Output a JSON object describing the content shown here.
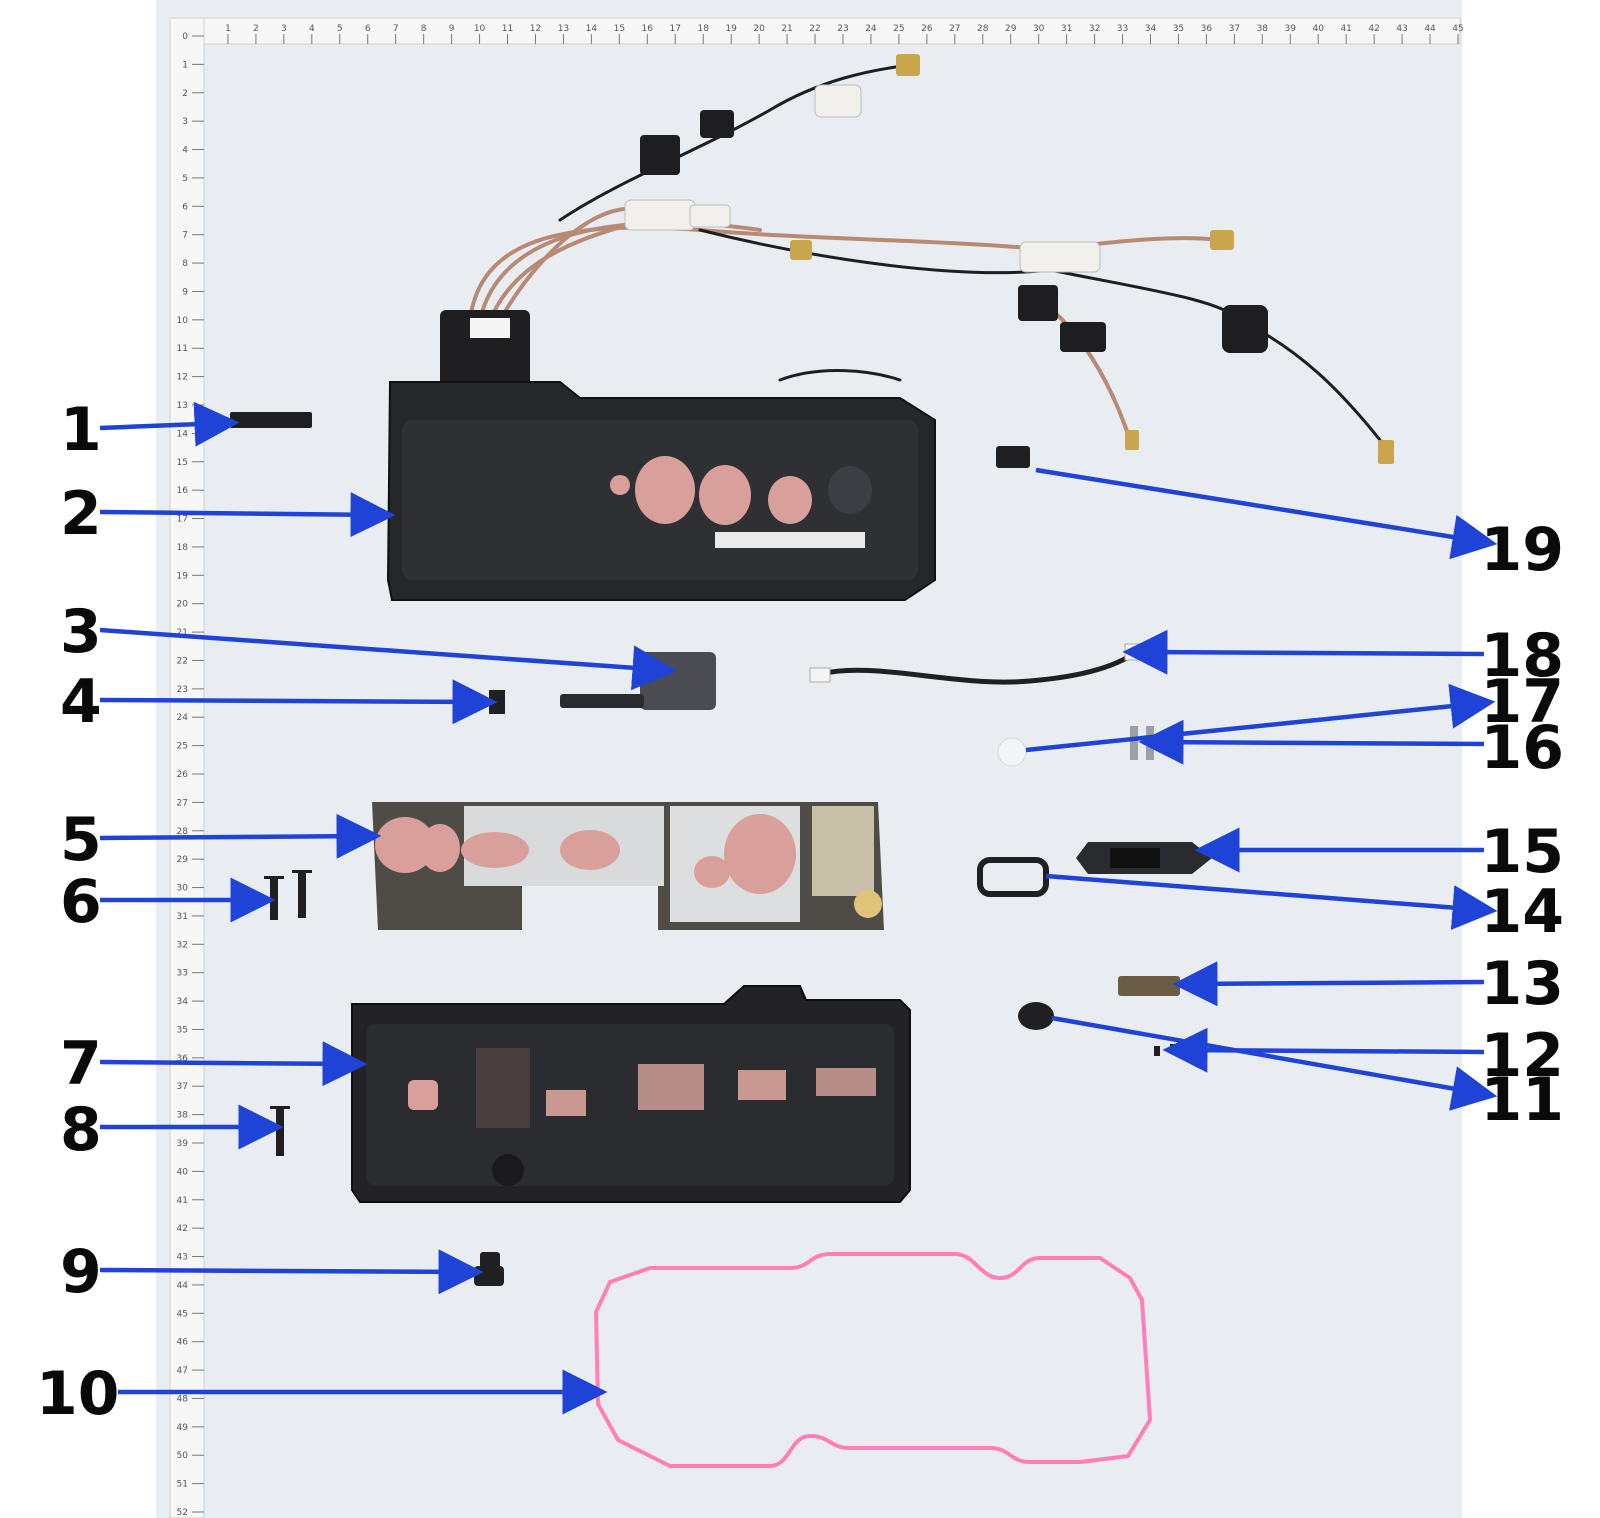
{
  "colors": {
    "arrow": "#1f43d6",
    "background": "#e9edf2",
    "part_dark": "#1e1e20",
    "thermal_pad": "#d9a09b",
    "gasket": "#ff7fb6"
  },
  "ruler": {
    "top_ticks": [
      "0",
      "1",
      "2",
      "3",
      "4",
      "5",
      "6",
      "7",
      "8",
      "9",
      "10",
      "11",
      "12",
      "13",
      "14",
      "15",
      "16",
      "17",
      "18",
      "19",
      "20",
      "21",
      "22",
      "23",
      "24",
      "25",
      "26",
      "27",
      "28",
      "29",
      "30",
      "31",
      "32",
      "33",
      "34",
      "35",
      "36",
      "37",
      "38",
      "39",
      "40",
      "41",
      "42",
      "43",
      "44",
      "45"
    ],
    "left_ticks": [
      "0",
      "1",
      "2",
      "3",
      "4",
      "5",
      "6",
      "7",
      "8",
      "9",
      "10",
      "11",
      "12",
      "13",
      "14",
      "15",
      "16",
      "17",
      "18",
      "19",
      "20",
      "21",
      "22",
      "23",
      "24",
      "25",
      "26",
      "27",
      "28",
      "29",
      "30",
      "31",
      "32",
      "33",
      "34",
      "35",
      "36",
      "37",
      "38",
      "39",
      "40",
      "41",
      "42",
      "43",
      "44",
      "45",
      "46",
      "47",
      "48",
      "49",
      "50",
      "51",
      "52"
    ]
  },
  "callouts": [
    {
      "id": "1",
      "label": "1"
    },
    {
      "id": "2",
      "label": "2"
    },
    {
      "id": "3",
      "label": "3"
    },
    {
      "id": "4",
      "label": "4"
    },
    {
      "id": "5",
      "label": "5"
    },
    {
      "id": "6",
      "label": "6"
    },
    {
      "id": "7",
      "label": "7"
    },
    {
      "id": "8",
      "label": "8"
    },
    {
      "id": "9",
      "label": "9"
    },
    {
      "id": "10",
      "label": "10"
    },
    {
      "id": "11",
      "label": "11"
    },
    {
      "id": "12",
      "label": "12"
    },
    {
      "id": "13",
      "label": "13"
    },
    {
      "id": "14",
      "label": "14"
    },
    {
      "id": "15",
      "label": "15"
    },
    {
      "id": "16",
      "label": "16"
    },
    {
      "id": "17",
      "label": "17"
    },
    {
      "id": "18",
      "label": "18"
    },
    {
      "id": "19",
      "label": "19"
    }
  ]
}
